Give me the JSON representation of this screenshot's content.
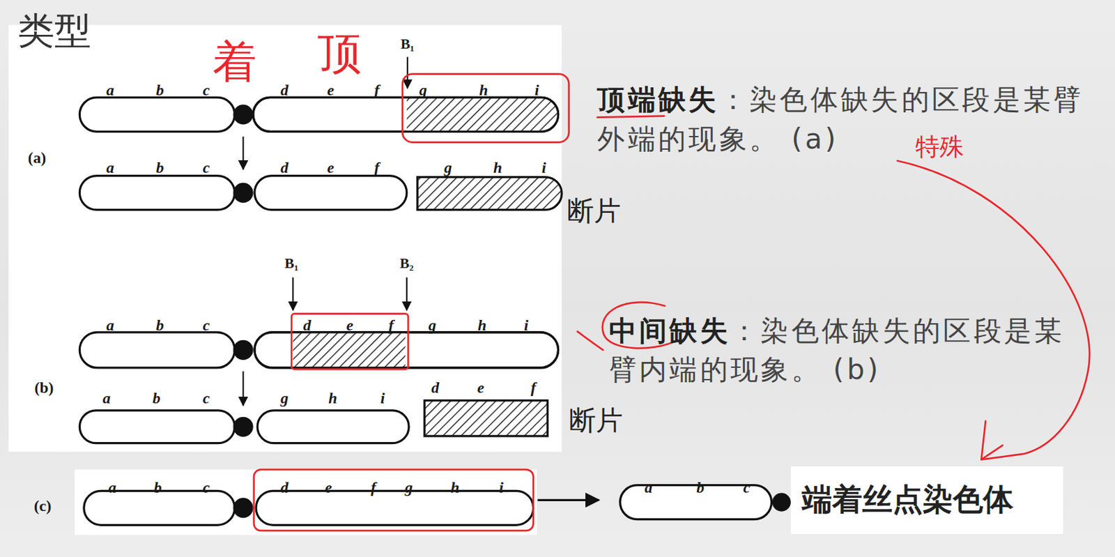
{
  "diagram": {
    "title": "类型",
    "nodes": [
      {
        "text": [
          "端着丝点染色体"
        ]
      }
    ],
    "labels": [
      "着",
      "顶",
      "B₁",
      "a",
      "b",
      "c",
      "d",
      "e",
      "f",
      "g",
      "h",
      "i",
      "顶端缺失",
      "：染色体缺失的区段是某臂外端的现象。 (a)",
      "(a)",
      "a",
      "b",
      "c",
      "d",
      "e",
      "f",
      "g",
      "h",
      "i",
      "特殊",
      "断片",
      "B₁",
      "B₂",
      "a",
      "b",
      "c",
      "d",
      "e",
      "f",
      "g",
      "h",
      "i",
      "中间缺失",
      "：染色体缺失的区段是某臂内端的现象。 (b)",
      "(b)",
      "a",
      "b",
      "c",
      "g",
      "h",
      "i",
      "d",
      "e",
      "f",
      "断片",
      "(c)",
      "a",
      "b",
      "c",
      "d",
      "e",
      "f",
      "g",
      "h",
      "i",
      "a",
      "b",
      "c"
    ]
  }
}
